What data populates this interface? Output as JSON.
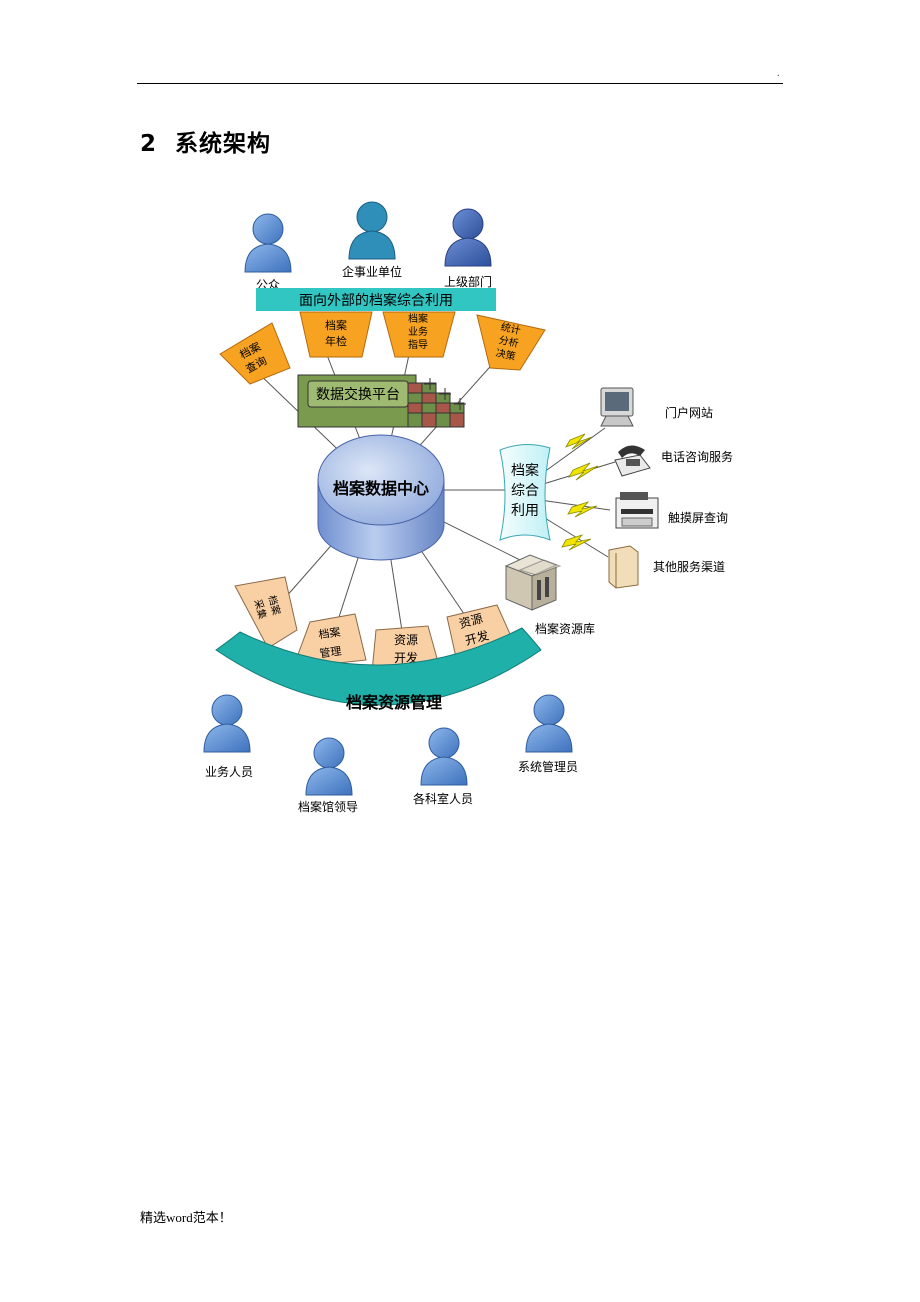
{
  "header": {
    "mark": "."
  },
  "section": {
    "number": "2",
    "title": "系统架构"
  },
  "diagram": {
    "top_users": [
      "公众",
      "企事业单位",
      "上级部门"
    ],
    "external_banner": "面向外部的档案综合利用",
    "top_tags": [
      [
        "档案",
        "查询"
      ],
      [
        "档案",
        "年检"
      ],
      [
        "档案",
        "业务",
        "指导"
      ],
      [
        "统计",
        "分析",
        "决策"
      ]
    ],
    "exchange_platform": "数据交换平台",
    "data_center": "档案数据中心",
    "utilization": [
      "档案",
      "综合",
      "利用"
    ],
    "channels": [
      "门户网站",
      "电话咨询服务",
      "触摸屏查询",
      "其他服务渠道"
    ],
    "resource_db": "档案资源库",
    "bottom_tags": [
      [
        "档案",
        "采集"
      ],
      [
        "档案",
        "管理"
      ],
      [
        "资源",
        "开发"
      ],
      [
        "资源",
        "开发"
      ]
    ],
    "resource_management": "档案资源管理",
    "bottom_users": [
      "业务人员",
      "档案馆领导",
      "各科室人员",
      "系统管理员"
    ],
    "colors": {
      "person": "#5b8fd6",
      "person_dark": "#2f5e9f",
      "teal": "#21b3ad",
      "orange_tag": "#f5a52a",
      "peach_tag": "#f8cfa3",
      "cylinder": "#9eb6e2",
      "exchange": "#6e8f48"
    }
  },
  "footer": {
    "text": "精选word范本！"
  }
}
